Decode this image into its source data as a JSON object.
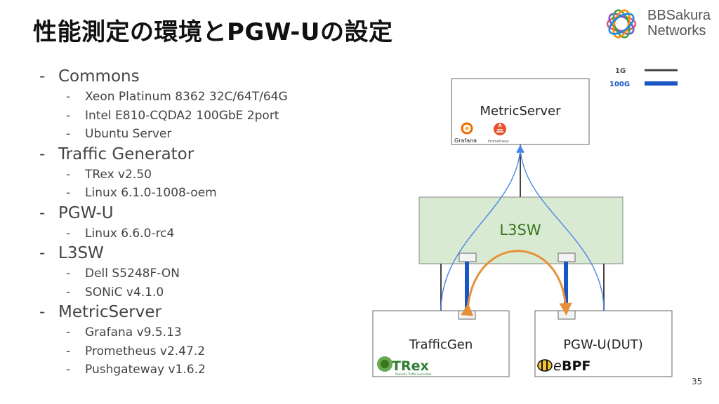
{
  "slide": {
    "title": "性能測定の環境とPGW-Uの設定",
    "page_number": "35"
  },
  "logo": {
    "line1": "BBSakura",
    "line2": "Networks"
  },
  "bullets": [
    {
      "label": "Commons",
      "children": [
        "Xeon Platinum 8362 32C/64T/64G",
        "Intel E810-CQDA2 100GbE 2port",
        "Ubuntu Server"
      ]
    },
    {
      "label": "Traffic Generator",
      "children": [
        "TRex v2.50",
        "Linux 6.1.0-1008-oem"
      ]
    },
    {
      "label": "PGW-U",
      "children": [
        "Linux 6.6.0-rc4"
      ]
    },
    {
      "label": "L3SW",
      "children": [
        "Dell S5248F-ON",
        "SONiC v4.1.0"
      ]
    },
    {
      "label": "MetricServer",
      "children": [
        "Grafana v9.5.13",
        "Prometheus v2.47.2",
        "Pushgateway v1.6.2"
      ]
    }
  ],
  "legend": {
    "g1_label": "1G",
    "g100_label": "100G",
    "g1_color": "#444444",
    "g100_color": "#1a56c4"
  },
  "diagram": {
    "metric_server": "MetricServer",
    "l3sw": "L3SW",
    "trafficgen": "TrafficGen",
    "pgwu": "PGW-U(DUT)",
    "grafana_label": "Grafana",
    "prometheus_label": "Prometheus",
    "trex_label": "TRex",
    "trex_sub": "Realistic Traffic Generator",
    "ebpf_label": "BPF",
    "ebpf_prefix": "e"
  },
  "colors": {
    "l3sw_fill": "#d9ead3",
    "l3sw_text": "#38761d",
    "thin_line": "#4a86e8",
    "arrow_orange": "#e69138",
    "grafana_orange": "#f46800",
    "prometheus_red": "#e6522c"
  }
}
